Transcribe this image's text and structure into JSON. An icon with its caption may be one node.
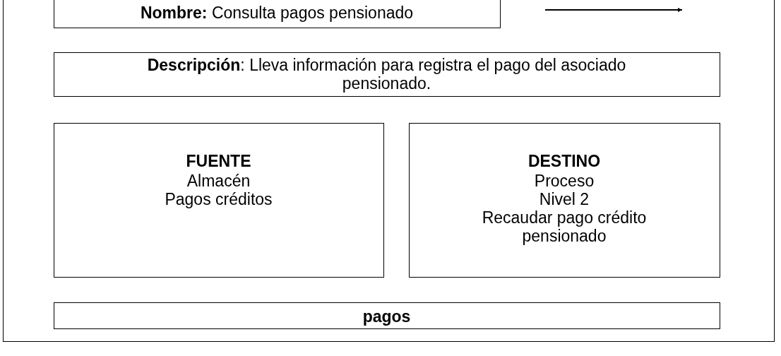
{
  "diagram": {
    "nodes": [
      {
        "text": [],
        "shape": "box"
      },
      {
        "text": [
          "**Nombre:** Consulta pagos pensionado"
        ],
        "in": 0
      },
      {
        "text": [
          "**Descripción**: Lleva información para registra el pago del asociado pensionado."
        ],
        "in": 0
      },
      {
        "text": [
          "FUENTE",
          "Almacén",
          "Pagos créditos"
        ],
        "in": 0
      },
      {
        "text": [
          "DESTINO",
          "Proceso",
          "Nivel 2",
          "Recaudar pago crédito pensionado"
        ],
        "in": 0
      },
      {
        "text": [
          "pagos"
        ],
        "in": 0
      }
    ]
  }
}
